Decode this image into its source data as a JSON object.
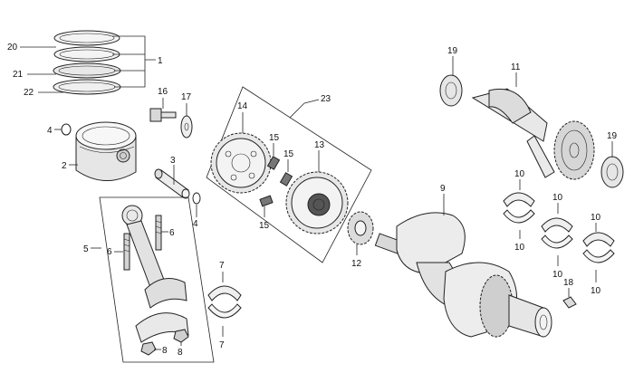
{
  "labels": {
    "piston_ring_top": "20",
    "piston_ring_set": "1",
    "piston_ring_second": "21",
    "piston_ring_oil": "22",
    "piston_pin_clip_upper": "4",
    "piston": "2",
    "piston_pin": "3",
    "piston_pin_clip_lower": "4",
    "connecting_rod_assy": "5",
    "conrod_bolt_right": "6",
    "conrod_bolt_left": "6",
    "conrod_nut_left": "8",
    "conrod_nut_right": "8",
    "conrod_bearing_upper": "7",
    "conrod_bearing_lower": "7",
    "bolt_16": "16",
    "washer_17": "17",
    "gear_assy": "23",
    "gear_14": "14",
    "spring_top": "15",
    "spring_right": "15",
    "spring_bottom": "15",
    "gear_13": "13",
    "sprocket_12": "12",
    "crankshaft": "9",
    "balancer_bearing_left": "19",
    "balancer_shaft": "11",
    "balancer_bearing_right": "19",
    "main_bearing_1_top": "10",
    "main_bearing_1_bottom": "10",
    "main_bearing_2_top": "10",
    "main_bearing_2_bottom": "10",
    "main_bearing_3_top": "10",
    "main_bearing_3_bottom": "10",
    "dowel_18": "18"
  }
}
